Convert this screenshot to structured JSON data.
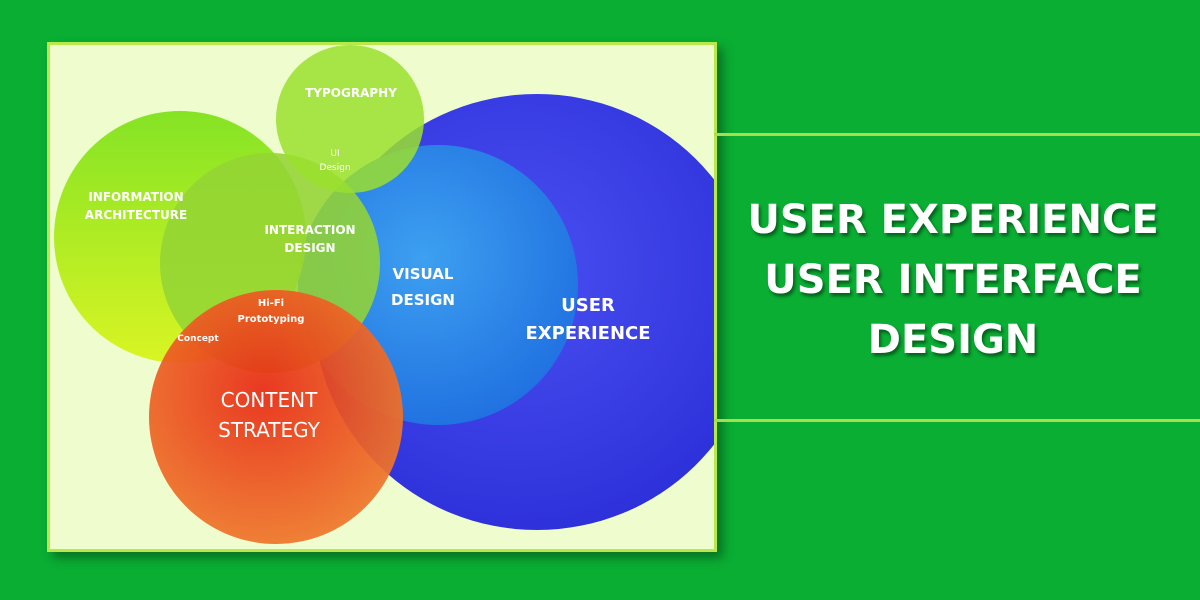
{
  "diagram": {
    "labels": {
      "typography": "TYPOGRAPHY",
      "ui_design_line1": "UI",
      "ui_design_line2": "Design",
      "information_line1": "INFORMATION",
      "information_line2": "ARCHITECTURE",
      "interaction_line1": "INTERACTION",
      "interaction_line2": "DESIGN",
      "visual_line1": "VISUAL",
      "visual_line2": "DESIGN",
      "user_experience_line1": "USER",
      "user_experience_line2": "EXPERIENCE",
      "hifi_line1": "Hi-Fi",
      "hifi_line2": "Prototyping",
      "concept": "Concept",
      "content_line1": "CONTENT",
      "content_line2": "STRATEGY"
    },
    "colors": {
      "user_experience": "#3838e6",
      "visual_design": "#2a86e8",
      "information_architecture": "#8ee61e",
      "interaction_design": "#98d83a",
      "typography": "#9ee030",
      "content_strategy": "#ee3a1a",
      "panel_background": "#eefcce",
      "page_background": "#0aae33"
    }
  },
  "headline": {
    "line1": "USER EXPERIENCE",
    "line2": "USER INTERFACE",
    "line3": "DESIGN"
  }
}
